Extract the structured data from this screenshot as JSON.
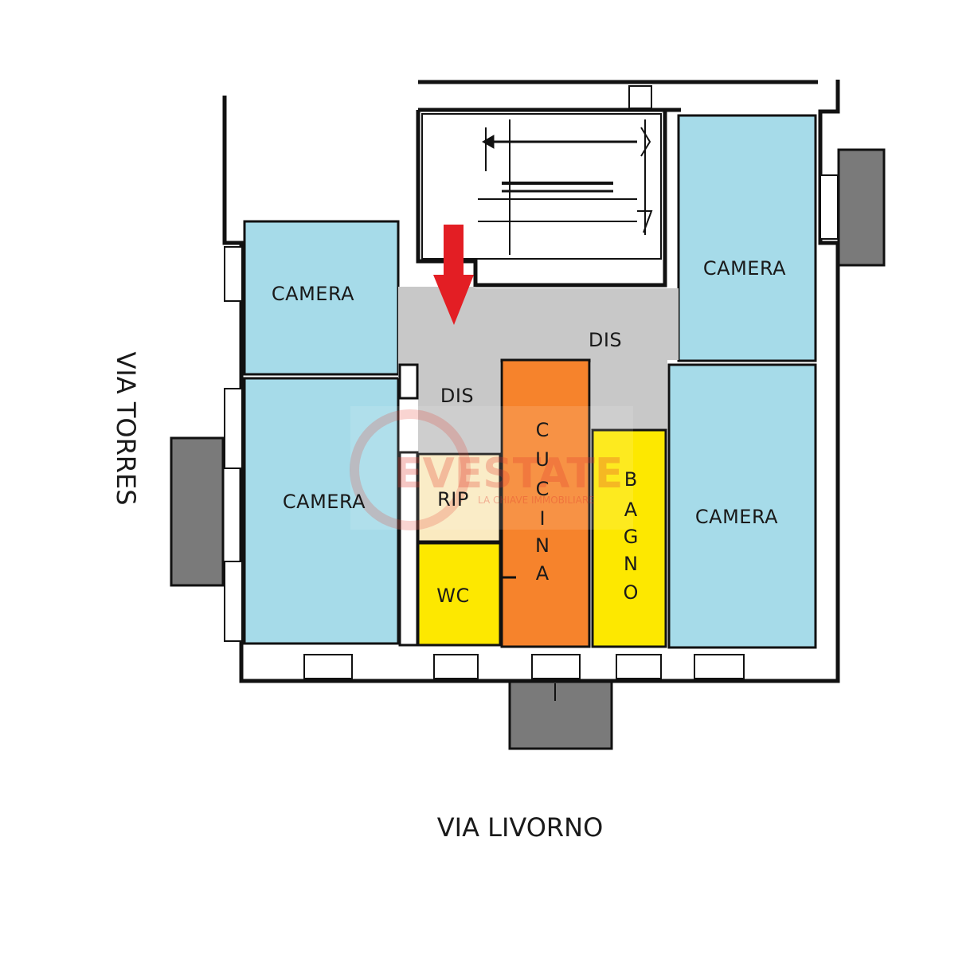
{
  "streets": {
    "west": "VIA TORRES",
    "south": "VIA LIVORNO"
  },
  "rooms": {
    "camera_nw": "CAMERA",
    "camera_sw": "CAMERA",
    "camera_ne": "CAMERA",
    "camera_se": "CAMERA",
    "dis_west": "DIS",
    "dis_east": "DIS",
    "rip": "RIP",
    "wc": "WC",
    "cucina_letters": [
      "C",
      "U",
      "C",
      "I",
      "N",
      "A"
    ],
    "bagno_letters": [
      "B",
      "A",
      "G",
      "N",
      "O"
    ]
  },
  "watermark": {
    "brand": "EVESTATE",
    "tagline": "LA CHIAVE IMMOBILIARE"
  },
  "colors": {
    "camera": "#a6dbe9",
    "dis": "#c8c8c8",
    "rip": "#faeac0",
    "wc_bagno": "#fde800",
    "cucina": "#f6832c",
    "balcony": "#7a7a7a",
    "entrance_arrow": "#e31e24",
    "wall": "#111111"
  }
}
